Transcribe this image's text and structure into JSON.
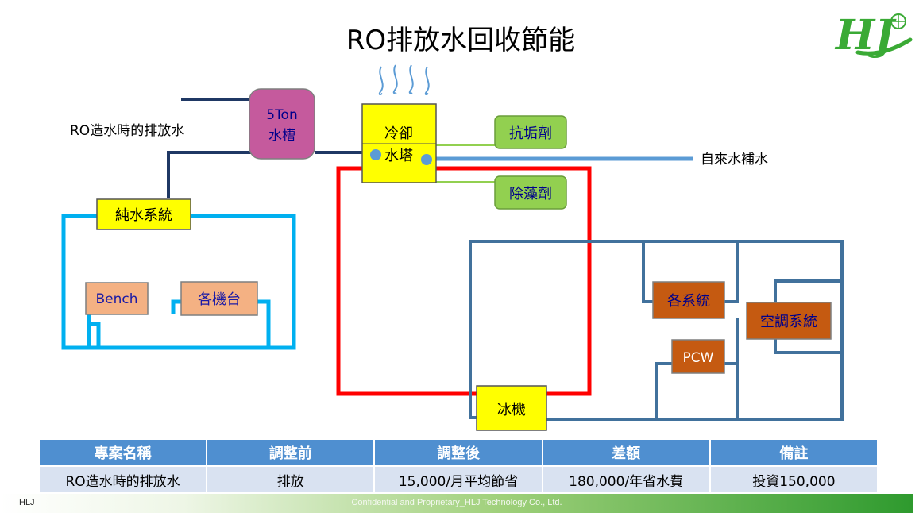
{
  "title": "RO排放水回收節能",
  "logo_text": "HJ",
  "labels": {
    "ro_discharge": "RO造水時的排放水",
    "city_water": "自來水補水"
  },
  "nodes": {
    "tank_line1": "5Ton",
    "tank_line2": "水槽",
    "tower_line1": "冷卻",
    "tower_line2": "水塔",
    "antiscale": "抗垢劑",
    "algaecide": "除藻劑",
    "pure_water": "純水系統",
    "bench": "Bench",
    "machines": "各機台",
    "systems": "各系統",
    "aircon": "空調系統",
    "pcw": "PCW",
    "chiller": "冰機"
  },
  "table": {
    "headers": [
      "專案名稱",
      "調整前",
      "調整後",
      "差額",
      "備註"
    ],
    "rows": [
      [
        "RO造水時的排放水",
        "排放",
        "15,000/月平均節省",
        "180,000/年省水費",
        "投資150,000"
      ]
    ]
  },
  "footer": {
    "left": "HLJ",
    "center": "Confidential and Proprietary_HLJ Technology Co., Ltd."
  },
  "colors": {
    "dark_pipe": "#1f3864",
    "pure_loop": "#00b0f0",
    "chill_loop": "#ff0000",
    "pcw_loop": "#41719c",
    "supply_pipe": "#5b9bd5",
    "chem_line": "#92d050",
    "tank_fill": "#c55a9d",
    "yellow_box": "#ffff00",
    "green_box": "#92d050",
    "peach_box": "#f4b183",
    "brown_box": "#c55a11",
    "logo_green": "#3aaa35",
    "table_header": "#4f8fd0",
    "table_row": "#d9e2f1"
  }
}
